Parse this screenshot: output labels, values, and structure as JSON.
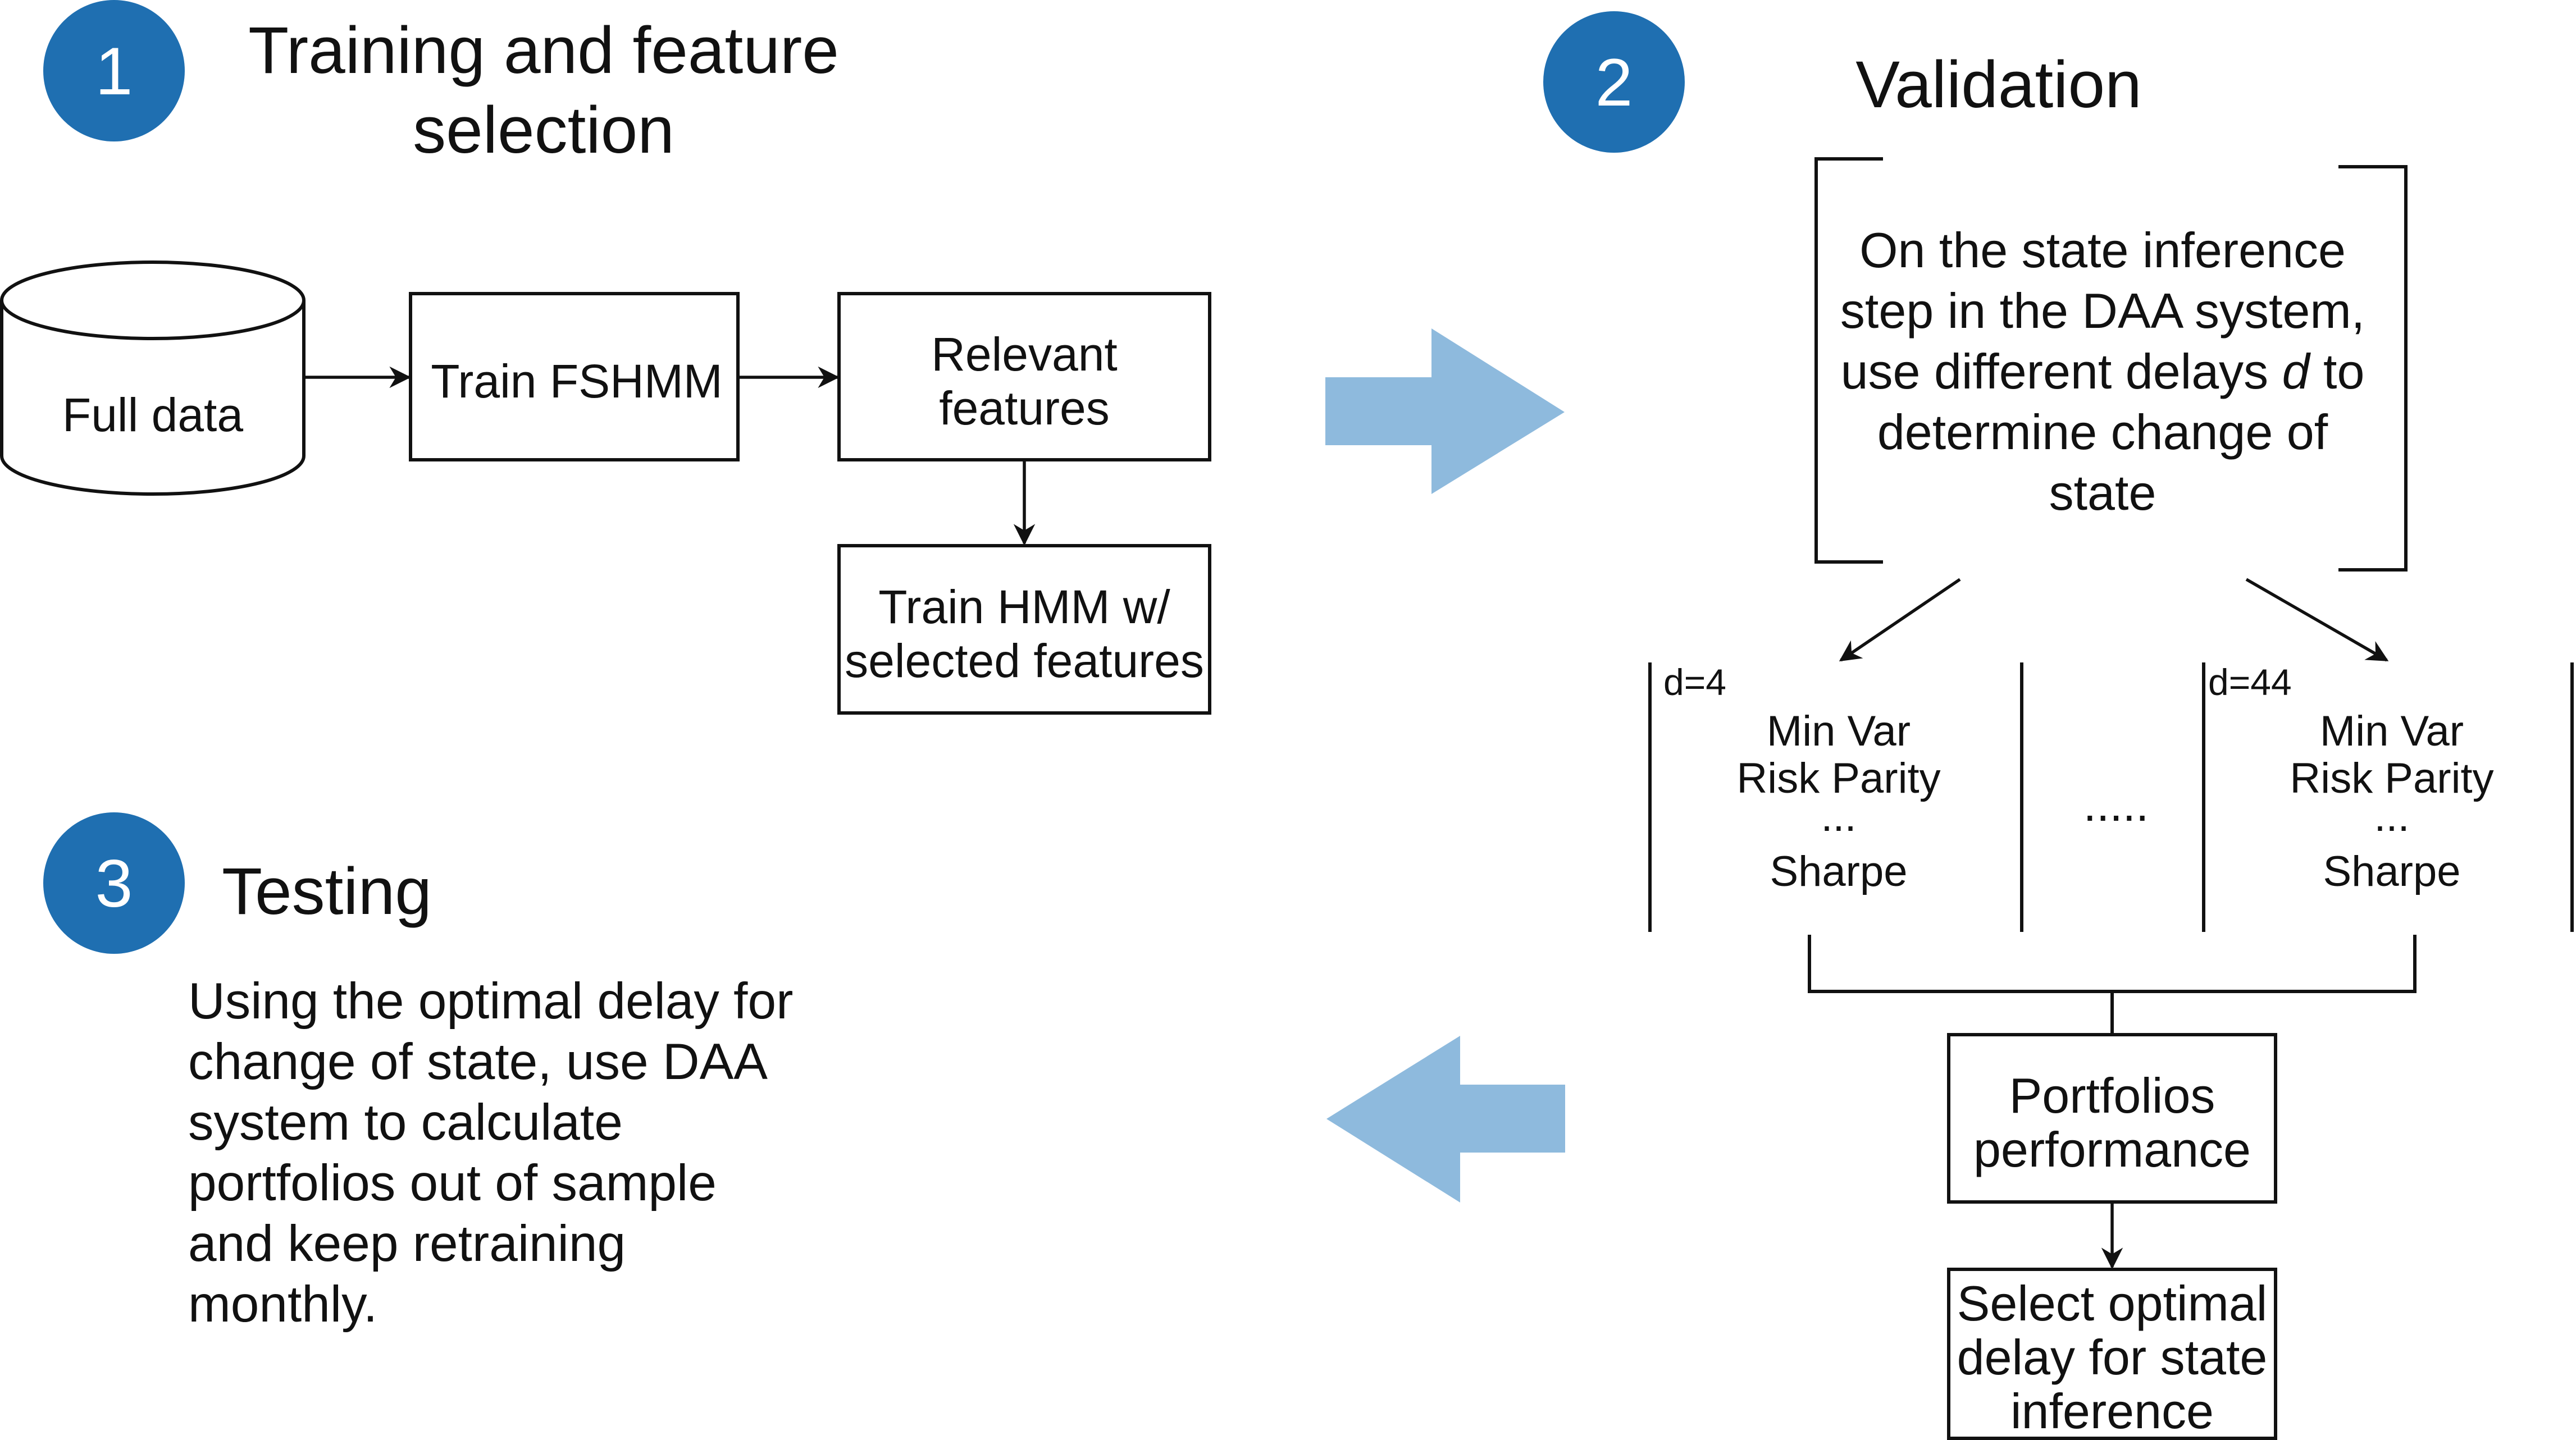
{
  "steps": [
    {
      "number": "1",
      "title_lines": [
        "Training and feature",
        "selection"
      ]
    },
    {
      "number": "2",
      "title": "Validation"
    },
    {
      "number": "3",
      "title": "Testing"
    }
  ],
  "training": {
    "full_data": "Full data",
    "train_fshmm": "Train FSHMM",
    "relevant_features": [
      "Relevant",
      "features"
    ],
    "train_hmm": [
      "Train HMM w/",
      "selected features"
    ]
  },
  "validation": {
    "description_lines": [
      "On the state inference",
      "step in the DAA system,",
      "use different delays ",
      "d",
      " to",
      "determine change of",
      "state"
    ],
    "delay_groups": [
      {
        "label": "d=4",
        "items": [
          "Min Var",
          "Risk Parity",
          "...",
          "Sharpe"
        ]
      },
      {
        "label": "d=44",
        "items": [
          "Min Var",
          "Risk Parity",
          "...",
          "Sharpe"
        ]
      }
    ],
    "ellipsis": ".....",
    "portfolios_performance": [
      "Portfolios",
      "performance"
    ],
    "select_optimal": [
      "Select optimal",
      "delay for state",
      "inference"
    ]
  },
  "testing": {
    "description": "Using the optimal delay for change of state, use DAA system to calculate portfolios out of sample and keep retraining monthly."
  },
  "colors": {
    "badge": "#1f6fb1",
    "flow_arrow": "#8ebadd",
    "ink": "#111111"
  }
}
